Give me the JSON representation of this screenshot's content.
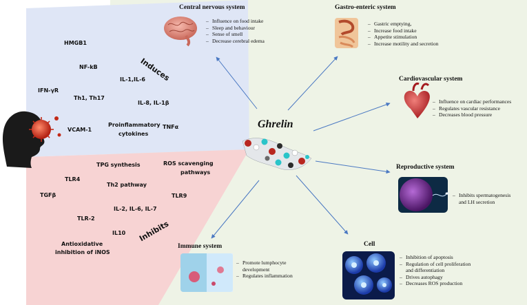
{
  "center": {
    "title": "Ghrelin"
  },
  "induces": {
    "label": "Induces",
    "molecules": [
      "HMGB1",
      "NF-kB",
      "IL-1,IL-6",
      "IFN-γR",
      "Th1, Th17",
      "IL-8, IL-1β",
      "VCAM-1",
      "Proinflammatory",
      "cytokines",
      "TNFα"
    ]
  },
  "inhibits": {
    "label": "Inhibits",
    "molecules": [
      "TPG synthesis",
      "ROS scavenging",
      "pathways",
      "TLR4",
      "Th2 pathway",
      "TGFβ",
      "TLR9",
      "IL-2, IL-6, IL-7",
      "TLR-2",
      "IL10",
      "Antioxidative",
      "inhibition of iNOS"
    ]
  },
  "systems": [
    {
      "title": "Central nervous system",
      "effects": [
        "Influence on food intake",
        "Sleep and behaviour",
        "Sense of smell",
        "Decrease cerebral edema"
      ]
    },
    {
      "title": "Gastro-enteric system",
      "effects": [
        "Gastric emptying,",
        "Increase food intake",
        "Appetite stimulation",
        "Increase motility and secretion"
      ]
    },
    {
      "title": "Cardiovascular  system",
      "effects": [
        "Influence on cardiac performances",
        "Regulates vascular resistance",
        "Decreases blood pressure"
      ]
    },
    {
      "title": "Reproductive system",
      "effects": [
        "Inhibits spermatogenesis",
        "and LH  secretion"
      ]
    },
    {
      "title": "Cell",
      "effects": [
        "Inhibition of apoptosis",
        "Regulation of cell proliferation",
        "and differentiation",
        "Drives autophagy",
        "Decreases ROS production"
      ]
    },
    {
      "title": "Immune system",
      "effects": [
        "Promote lumphocyte",
        "development",
        "Regulates inflammation"
      ]
    }
  ],
  "colors": {
    "induces_bg": "#dfe6f6",
    "inhibits_bg": "#f7d3d3",
    "right_bg": "#eef3e6",
    "arrow": "#4a78c2"
  }
}
